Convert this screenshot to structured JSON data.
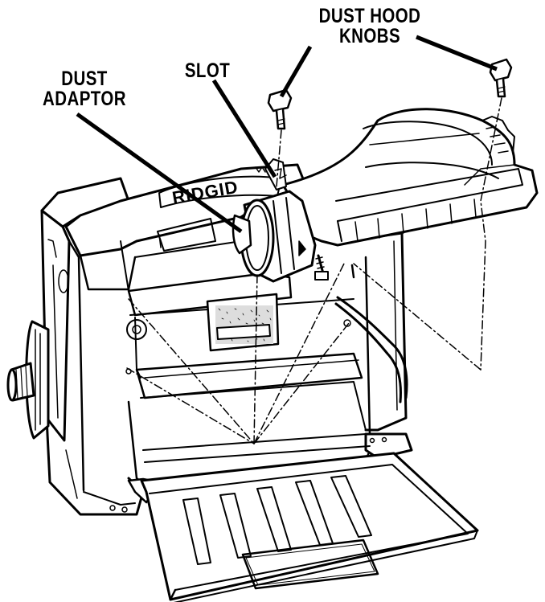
{
  "labels": {
    "dust_adaptor": [
      "DUST",
      "ADAPTOR"
    ],
    "slot": "SLOT",
    "dust_hood_knobs": [
      "DUST HOOD",
      "KNOBS"
    ]
  },
  "logo_text": "RIDGID",
  "colors": {
    "ink": "#000000",
    "paper": "#ffffff"
  }
}
